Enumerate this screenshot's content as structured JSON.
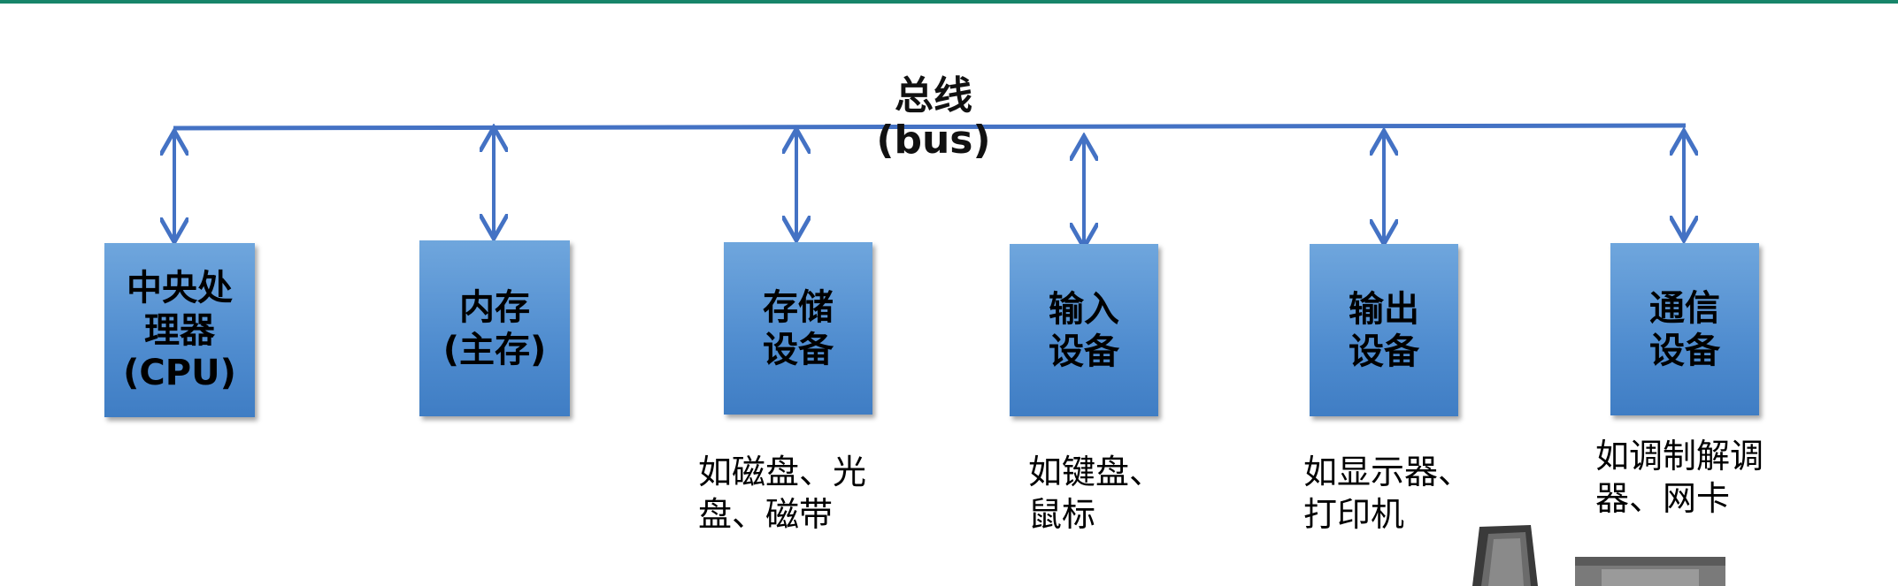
{
  "bus": {
    "label_line1": "总线",
    "label_line2": "(bus)"
  },
  "components": [
    {
      "id": "cpu",
      "lines": [
        "中央处",
        "理器",
        "(CPU)"
      ]
    },
    {
      "id": "memory",
      "lines": [
        "内存",
        "(主存)"
      ]
    },
    {
      "id": "storage",
      "lines": [
        "存储",
        "设备"
      ],
      "note": [
        "如磁盘、光",
        "盘、磁带"
      ]
    },
    {
      "id": "input",
      "lines": [
        "输入",
        "设备"
      ],
      "note": [
        "如键盘、",
        "鼠标"
      ]
    },
    {
      "id": "output",
      "lines": [
        "输出",
        "设备"
      ],
      "note": [
        "如显示器、",
        "打印机"
      ]
    },
    {
      "id": "comm",
      "lines": [
        "通信",
        "设备"
      ],
      "note": [
        "如调制解调",
        "器、网卡"
      ]
    }
  ],
  "colors": {
    "bus_line": "#4472c4",
    "box": "#4f8ccf",
    "top_rule": "#17856a"
  },
  "icons": [
    "computer-terminal-icon"
  ]
}
